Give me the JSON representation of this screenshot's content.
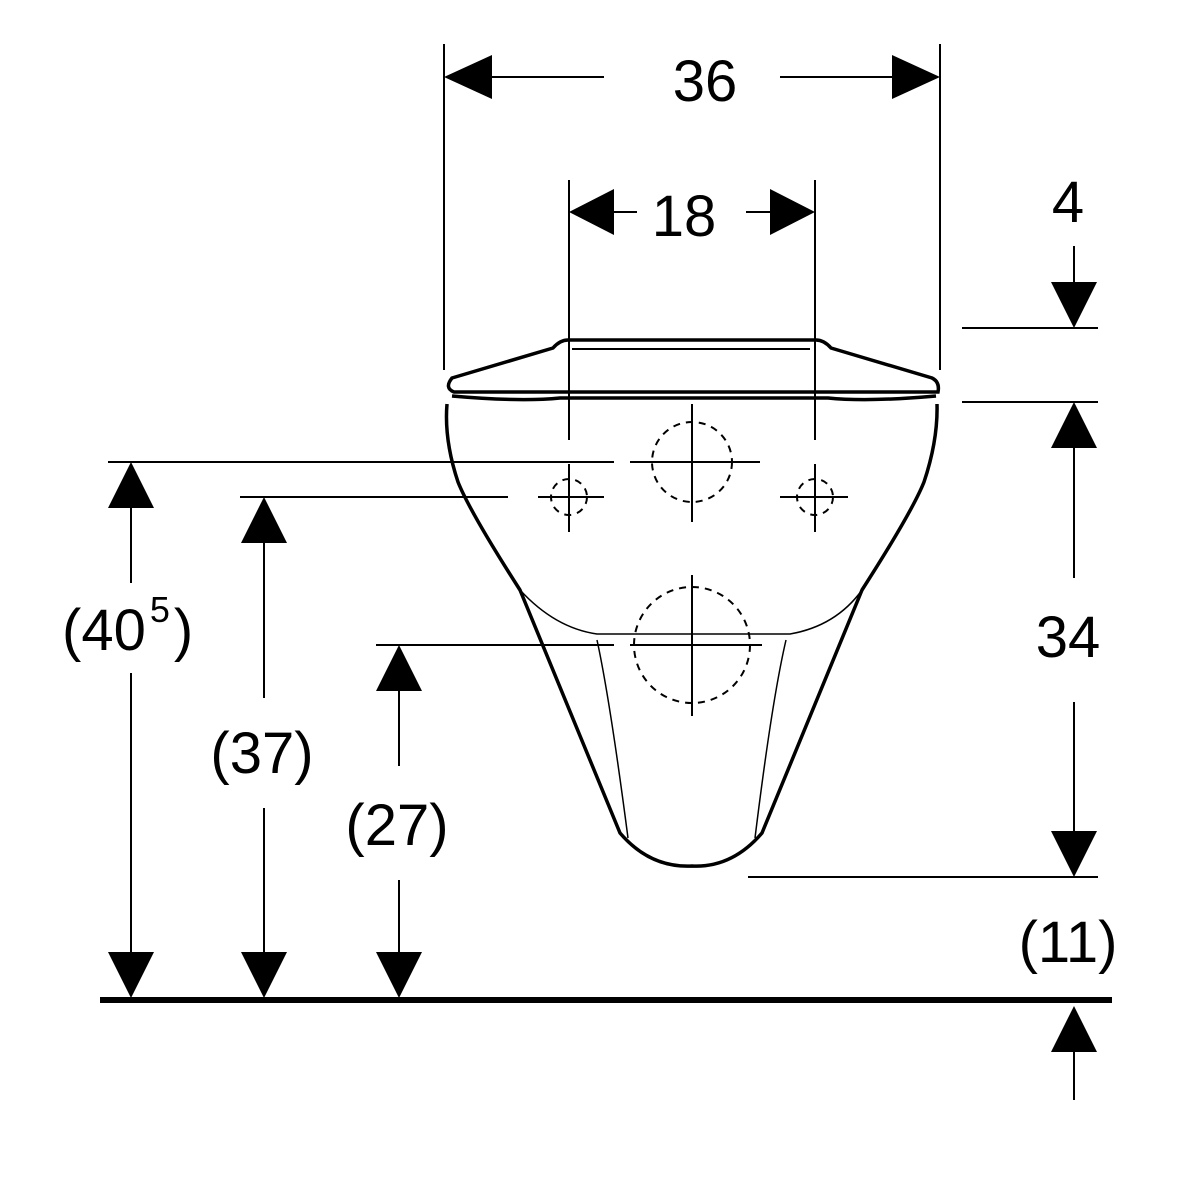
{
  "dimensions": {
    "width_total": "36",
    "fixing_spacing": "18",
    "seat_thickness": "4",
    "bowl_height": "34",
    "inlet_height_prefix": "(40",
    "inlet_height_sup": "5",
    "inlet_height_suffix": ")",
    "fixing_height": "(37)",
    "outlet_height": "(27)",
    "floor_clearance": "(11)"
  }
}
